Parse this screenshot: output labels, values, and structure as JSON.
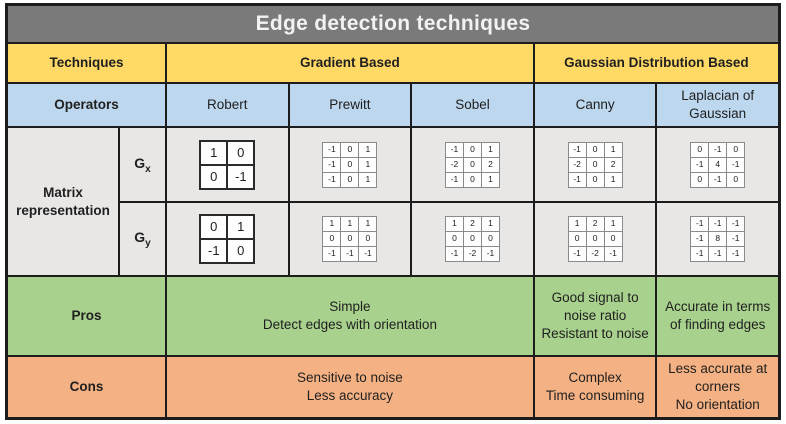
{
  "title": "Edge detection techniques",
  "colors": {
    "title_bg": "#7a7a7a",
    "title_text": "#f2f2f2",
    "techniques_row_bg": "#ffd966",
    "operators_row_bg": "#bdd7ee",
    "matrix_row_bg": "#e8e7e6",
    "pros_row_bg": "#a9d18e",
    "cons_row_bg": "#f4b183",
    "grid_border": "#1c1c1c",
    "text": "#1f1f1f"
  },
  "header": {
    "techniques": "Techniques",
    "gradient": "Gradient Based",
    "gaussian": "Gaussian Distribution Based"
  },
  "operators": {
    "label": "Operators",
    "names": [
      "Robert",
      "Prewitt",
      "Sobel",
      "Canny",
      "Laplacian of Gaussian"
    ]
  },
  "matrix": {
    "label": "Matrix representation",
    "gx_label": {
      "base": "G",
      "sub": "x"
    },
    "gy_label": {
      "base": "G",
      "sub": "y"
    },
    "gx": {
      "robert": [
        [
          1,
          0
        ],
        [
          0,
          -1
        ]
      ],
      "prewitt": [
        [
          -1,
          0,
          1
        ],
        [
          -1,
          0,
          1
        ],
        [
          -1,
          0,
          1
        ]
      ],
      "sobel": [
        [
          -1,
          0,
          1
        ],
        [
          -2,
          0,
          2
        ],
        [
          -1,
          0,
          1
        ]
      ],
      "canny": [
        [
          -1,
          0,
          1
        ],
        [
          -2,
          0,
          2
        ],
        [
          -1,
          0,
          1
        ]
      ],
      "laplacian": [
        [
          0,
          -1,
          0
        ],
        [
          -1,
          4,
          -1
        ],
        [
          0,
          -1,
          0
        ]
      ]
    },
    "gy": {
      "robert": [
        [
          0,
          1
        ],
        [
          -1,
          0
        ]
      ],
      "prewitt": [
        [
          1,
          1,
          1
        ],
        [
          0,
          0,
          0
        ],
        [
          -1,
          -1,
          -1
        ]
      ],
      "sobel": [
        [
          1,
          2,
          1
        ],
        [
          0,
          0,
          0
        ],
        [
          -1,
          -2,
          -1
        ]
      ],
      "canny": [
        [
          1,
          2,
          1
        ],
        [
          0,
          0,
          0
        ],
        [
          -1,
          -2,
          -1
        ]
      ],
      "laplacian": [
        [
          -1,
          -1,
          -1
        ],
        [
          -1,
          8,
          -1
        ],
        [
          -1,
          -1,
          -1
        ]
      ]
    }
  },
  "pros": {
    "label": "Pros",
    "gradient": [
      "Simple",
      "Detect edges with orientation"
    ],
    "canny": [
      "Good signal to noise ratio",
      "Resistant to noise"
    ],
    "laplacian": [
      "Accurate in terms of finding edges"
    ]
  },
  "cons": {
    "label": "Cons",
    "gradient": [
      "Sensitive to noise",
      "Less accuracy"
    ],
    "canny": [
      "Complex",
      "Time consuming"
    ],
    "laplacian": [
      "Less accurate at corners",
      "No orientation"
    ]
  }
}
